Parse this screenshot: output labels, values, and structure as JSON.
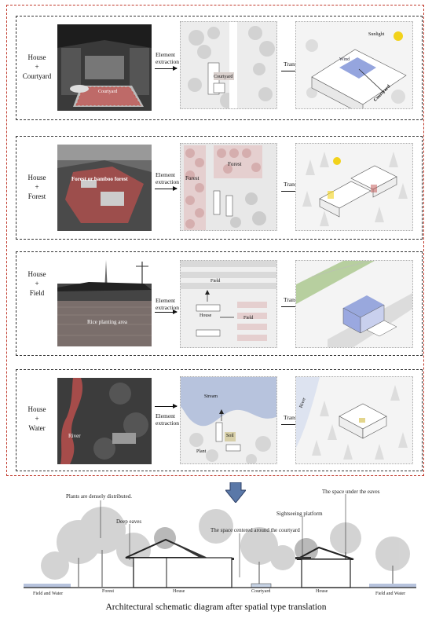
{
  "panels": [
    {
      "label_line1": "House",
      "label_line2": "+",
      "label_line3": "Courtyard",
      "photo_label": "Courtyard",
      "extract_label": "Element extraction",
      "translate_label": "Translation",
      "card_label": "Courtyard",
      "iso_labels": [
        "Sunlight",
        "Wind",
        "Courtyard"
      ]
    },
    {
      "label_line1": "House",
      "label_line2": "+",
      "label_line3": "Forest",
      "photo_label": "Forest or bamboo forest",
      "extract_label": "Element extraction",
      "translate_label": "Translation",
      "card_labels": [
        "Forest",
        "Forest"
      ]
    },
    {
      "label_line1": "House",
      "label_line2": "+",
      "label_line3": "Field",
      "photo_label": "Rice planting area",
      "extract_label": "Element extraction",
      "translate_label": "Translation",
      "card_labels": [
        "Field",
        "House",
        "Field"
      ]
    },
    {
      "label_line1": "House",
      "label_line2": "+",
      "label_line3": "Water",
      "photo_label": "River",
      "extract_label": "Element extraction",
      "translate_label": "Translation",
      "card_labels": [
        "Stream",
        "Soil",
        "Plant"
      ],
      "iso_labels": [
        "River"
      ]
    }
  ],
  "section": {
    "annotations": [
      "Plants are densely distributed.",
      "Deep eaves",
      "The space centered around the courtyard",
      "Sightseeing platform",
      "The space under the eaves"
    ],
    "ground_labels": [
      "Field and Water",
      "Forest",
      "House",
      "Courtyard",
      "House",
      "Field and Water"
    ]
  },
  "caption": "Architectural schematic diagram after spatial type translation",
  "colors": {
    "red_dash": "#c0392b",
    "highlight_red": "#c0504d",
    "blue": "#7b8fd6",
    "green": "#a7c58a",
    "sun": "#f2d21b",
    "water": "#b7c3dd"
  }
}
